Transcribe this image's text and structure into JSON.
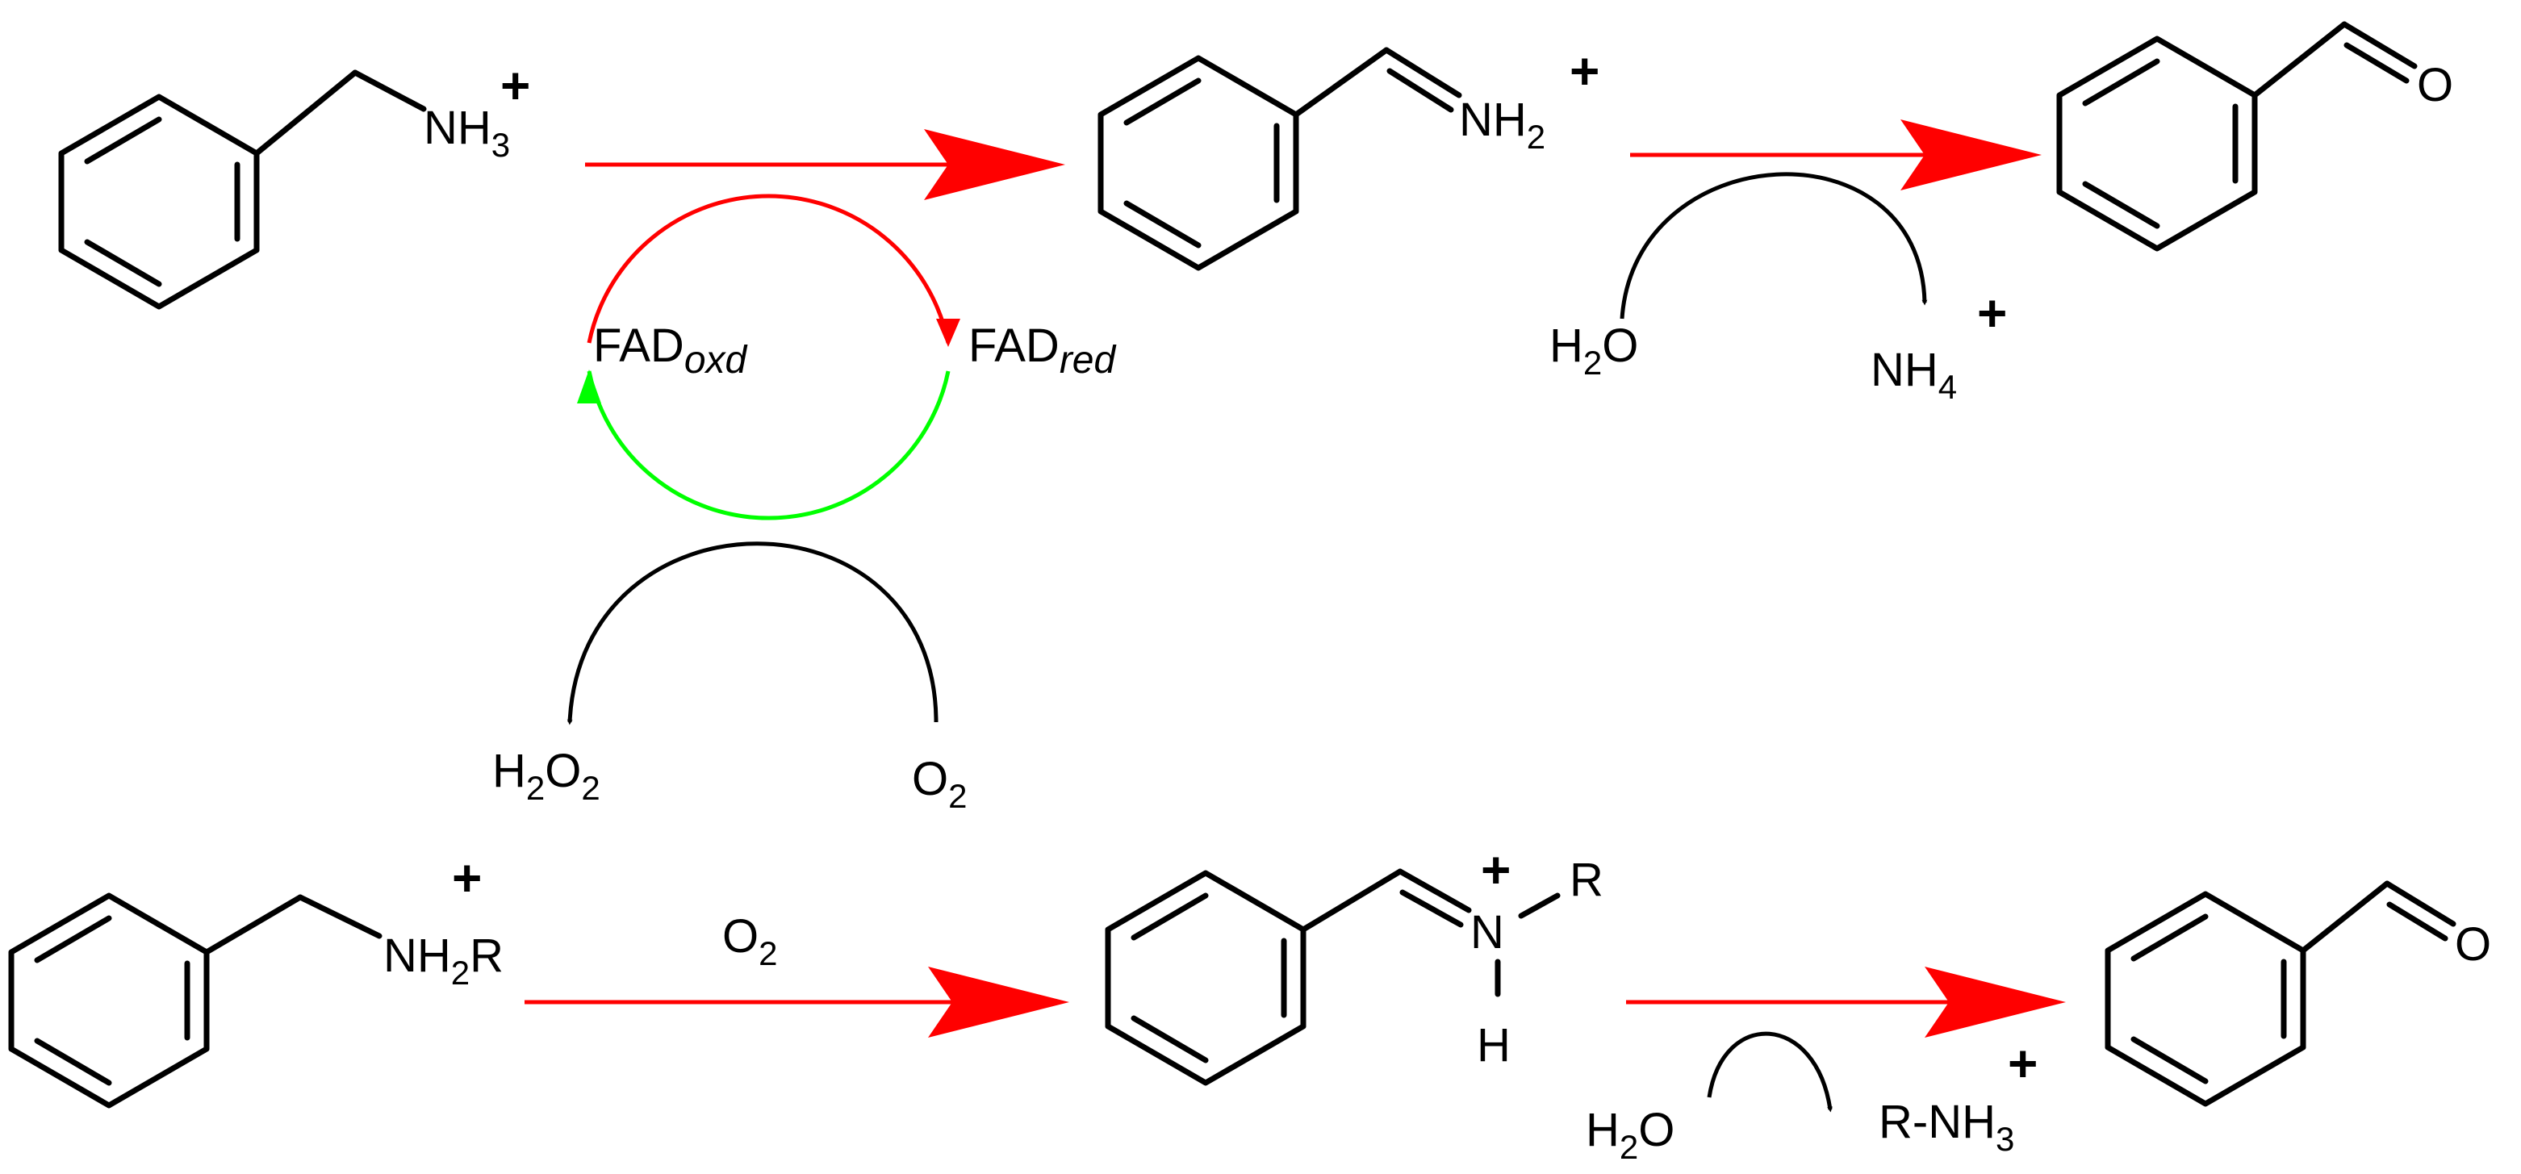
{
  "top_scheme": {
    "substrate": {
      "group": "NH",
      "sub": "3",
      "charge": "+"
    },
    "imine": {
      "group": "NH",
      "sub": "2",
      "charge": "+"
    },
    "aldehyde_o": "O",
    "fad_oxidized": {
      "prefix": "FAD",
      "italic": "oxd"
    },
    "fad_reduced": {
      "prefix": "FAD",
      "italic": "red"
    },
    "water": {
      "a": "H",
      "sub": "2",
      "b": "O"
    },
    "ammonium": {
      "group": "NH",
      "sub": "4",
      "charge": "+"
    },
    "peroxide": {
      "a": "H",
      "sub1": "2",
      "b": "O",
      "sub2": "2"
    },
    "oxygen": {
      "a": "O",
      "sub": "2"
    }
  },
  "bottom_scheme": {
    "substrate": {
      "group": "NH",
      "sub": "2",
      "r": "R",
      "charge": "+"
    },
    "oxidant": {
      "a": "O",
      "sub": "2"
    },
    "iminium": {
      "n": "N",
      "r": "R",
      "h": "H",
      "charge": "+"
    },
    "aldehyde_o": "O",
    "water": {
      "a": "H",
      "sub": "2",
      "b": "O"
    },
    "amine": {
      "group": "R-NH",
      "sub": "3",
      "charge": "+"
    }
  },
  "colors": {
    "reaction_arrow": "#ff0000",
    "cycle_oxidation": "#ff0000",
    "cycle_regeneration": "#00ff00",
    "bond": "#000000"
  }
}
